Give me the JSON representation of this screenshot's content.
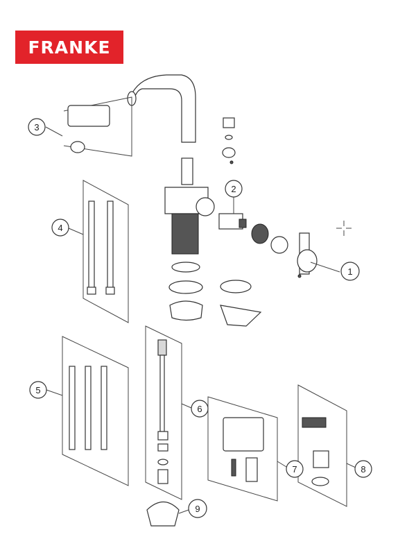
{
  "brand": {
    "name": "FRANKE",
    "color": "#e2232a"
  },
  "callouts": [
    "1",
    "2",
    "3",
    "4",
    "5",
    "6",
    "7",
    "8",
    "9"
  ],
  "icons": {
    "crosshair": "crosshair-icon"
  }
}
